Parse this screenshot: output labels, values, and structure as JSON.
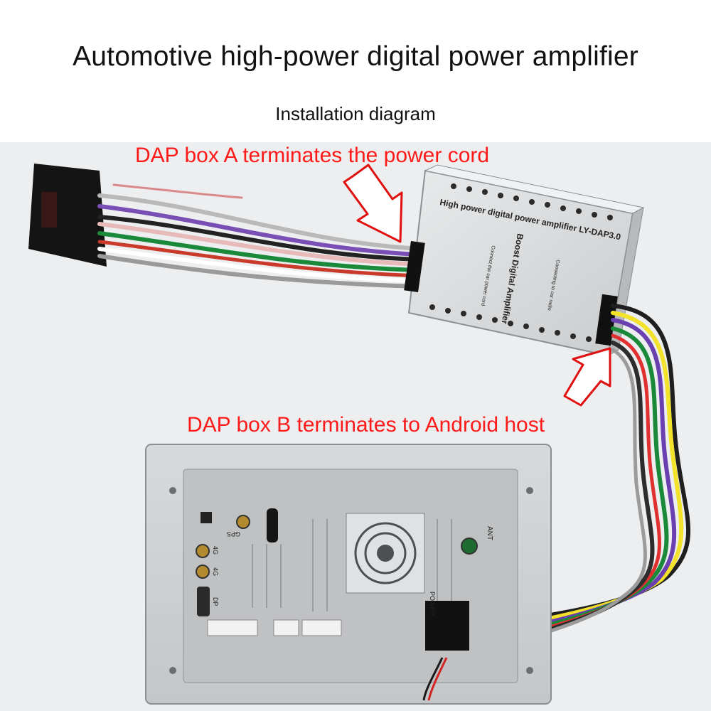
{
  "header": {
    "title": "Automotive high-power digital power amplifier",
    "subtitle": "Installation diagram"
  },
  "callouts": {
    "box_a": "DAP box A terminates the power cord",
    "box_b": "DAP box B terminates to Android host"
  },
  "amplifier": {
    "model_label": "High power digital power amplifier LY-DAP3.0",
    "center_label": "Boost Digital Amplifier",
    "left_panel_label": "Connect the car power cord",
    "right_panel_label": "Connecting to car radio"
  },
  "head_unit": {
    "ant_label": "ANT",
    "power_label": "POWER",
    "gps_label": "GPS",
    "cam1_label": "4G",
    "cam2_label": "4G",
    "dp_label": "DP"
  },
  "colors": {
    "callout": "#ff1a1a",
    "arrow_outline": "#e01010",
    "box_metal": "#d9dbdc",
    "panel_metal": "#cfd1d3"
  }
}
